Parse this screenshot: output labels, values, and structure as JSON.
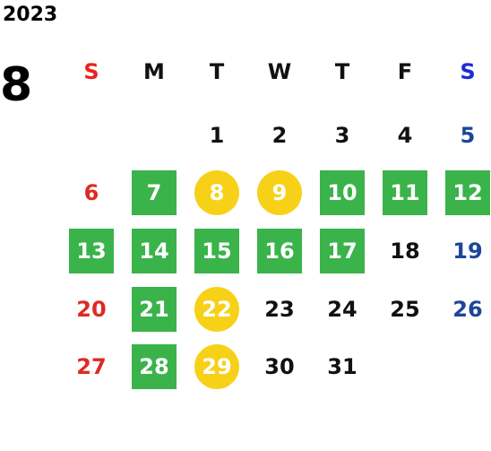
{
  "year": "2023",
  "month": "8",
  "colors": {
    "green": "#3ab34a",
    "yellow": "#f7d117",
    "sunday_header": "#e8231e",
    "saturday_header": "#1d2ad8",
    "sunday_day": "#dc2b23",
    "saturday_day": "#1c4699"
  },
  "weekdays": [
    "S",
    "M",
    "T",
    "W",
    "T",
    "F",
    "S"
  ],
  "weeks": [
    [
      null,
      null,
      {
        "d": "1"
      },
      {
        "d": "2"
      },
      {
        "d": "3"
      },
      {
        "d": "4"
      },
      {
        "d": "5"
      }
    ],
    [
      {
        "d": "6"
      },
      {
        "d": "7",
        "mark": "green"
      },
      {
        "d": "8",
        "mark": "yellow"
      },
      {
        "d": "9",
        "mark": "yellow"
      },
      {
        "d": "10",
        "mark": "green"
      },
      {
        "d": "11",
        "mark": "green"
      },
      {
        "d": "12",
        "mark": "green"
      }
    ],
    [
      {
        "d": "13",
        "mark": "green"
      },
      {
        "d": "14",
        "mark": "green"
      },
      {
        "d": "15",
        "mark": "green"
      },
      {
        "d": "16",
        "mark": "green"
      },
      {
        "d": "17",
        "mark": "green"
      },
      {
        "d": "18"
      },
      {
        "d": "19"
      }
    ],
    [
      {
        "d": "20"
      },
      {
        "d": "21",
        "mark": "green"
      },
      {
        "d": "22",
        "mark": "yellow"
      },
      {
        "d": "23"
      },
      {
        "d": "24"
      },
      {
        "d": "25"
      },
      {
        "d": "26"
      }
    ],
    [
      {
        "d": "27"
      },
      {
        "d": "28",
        "mark": "green"
      },
      {
        "d": "29",
        "mark": "yellow"
      },
      {
        "d": "30"
      },
      {
        "d": "31"
      },
      null,
      null
    ]
  ]
}
